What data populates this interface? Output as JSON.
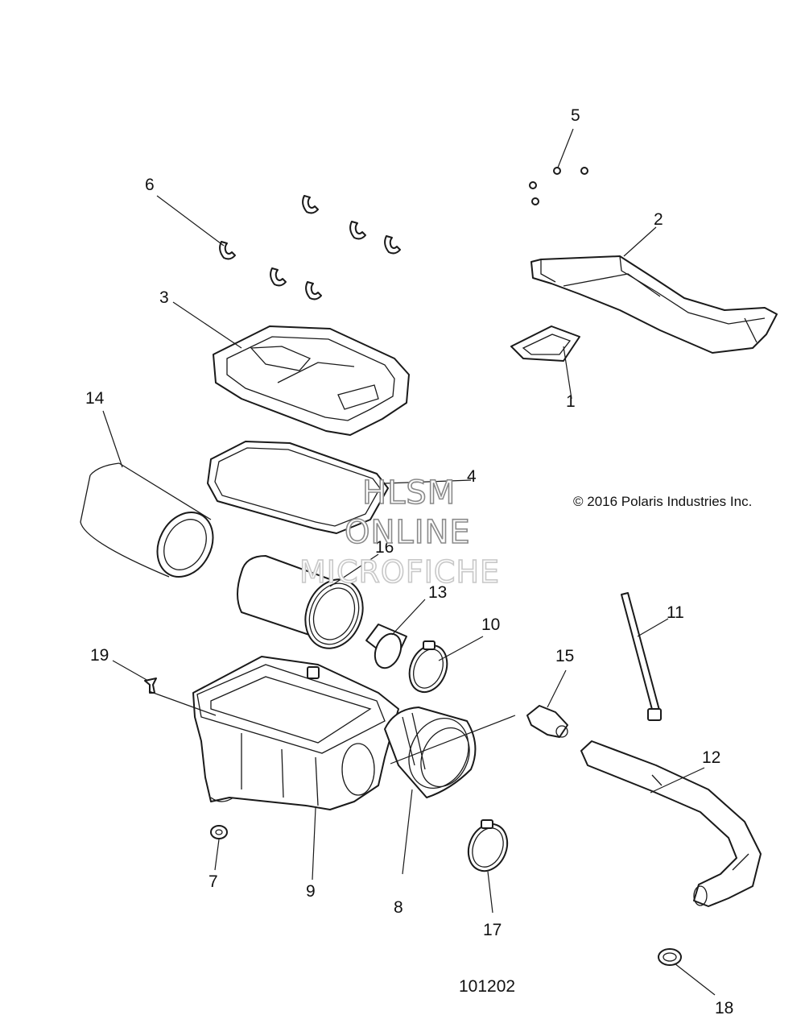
{
  "callouts": [
    "1",
    "2",
    "3",
    "4",
    "5",
    "6",
    "7",
    "8",
    "9",
    "10",
    "11",
    "12",
    "13",
    "14",
    "15",
    "16",
    "17",
    "18",
    "19"
  ],
  "copyright": "© 2016 Polaris Industries Inc.",
  "document_number": "101202",
  "watermark": {
    "line1": "HLSM",
    "line2": "ONLINE",
    "line3": "MICROFICHE"
  }
}
